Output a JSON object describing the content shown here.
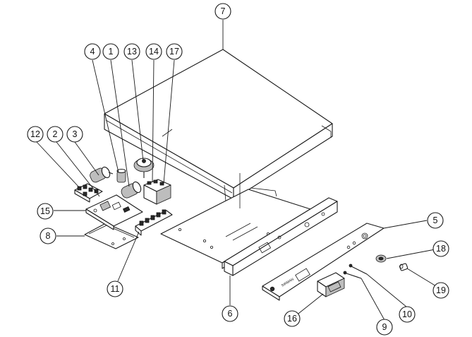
{
  "callouts": [
    {
      "id": "c1",
      "label": "1"
    },
    {
      "id": "c2",
      "label": "2"
    },
    {
      "id": "c3",
      "label": "3"
    },
    {
      "id": "c4",
      "label": "4"
    },
    {
      "id": "c5",
      "label": "5"
    },
    {
      "id": "c6",
      "label": "6"
    },
    {
      "id": "c7",
      "label": "7"
    },
    {
      "id": "c8",
      "label": "8"
    },
    {
      "id": "c9",
      "label": "9"
    },
    {
      "id": "c10",
      "label": "10"
    },
    {
      "id": "c11",
      "label": "11"
    },
    {
      "id": "c12",
      "label": "12"
    },
    {
      "id": "c13",
      "label": "13"
    },
    {
      "id": "c14",
      "label": "14"
    },
    {
      "id": "c15",
      "label": "15"
    },
    {
      "id": "c16",
      "label": "16"
    },
    {
      "id": "c17",
      "label": "17"
    },
    {
      "id": "c18",
      "label": "18"
    },
    {
      "id": "c19",
      "label": "19"
    }
  ],
  "panel_brand": "SIRMAN"
}
